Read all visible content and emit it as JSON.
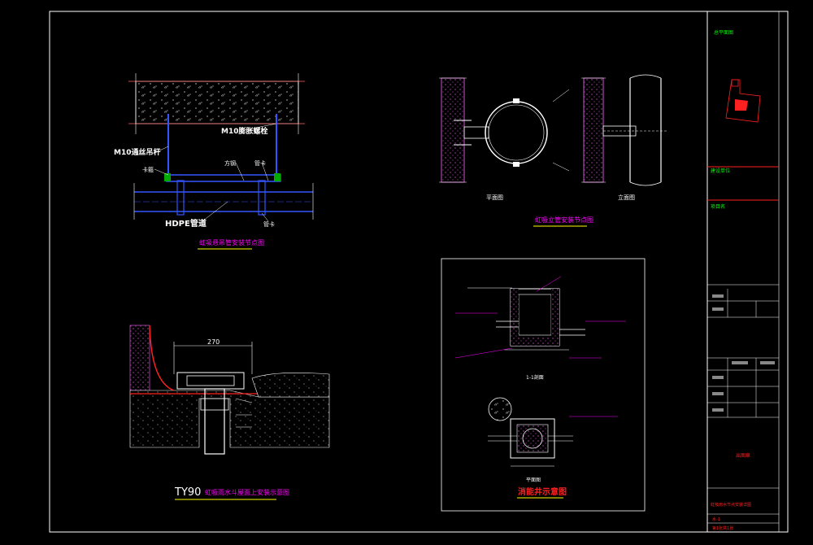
{
  "drawing": {
    "top_left": {
      "label_m10_top": "M10膨胀螺栓",
      "label_m10_left": "M10通丝吊杆",
      "label_clamp": "卡箍",
      "label_steel": "方钢",
      "label_hoop": "管卡",
      "label_hdpe": "HDPE管道",
      "label_hoop2": "管卡",
      "caption": "虹吸悬吊管安装节点图"
    },
    "top_right": {
      "plan_label": "平面图",
      "elev_label": "立面图",
      "caption": "虹吸立管安装节点图"
    },
    "bottom_left": {
      "dim": "270",
      "caption_code": "TY90",
      "caption_text": "虹吸雨水斗屋面上安装示意图"
    },
    "bottom_right": {
      "section_label": "1-1剖面",
      "plan_label": "平面图",
      "caption": "消能井示意图"
    }
  },
  "title_block": {
    "key_plan": "总平面图",
    "row1": "建设单位",
    "row2": "项目名",
    "stamp": "出图章",
    "drawing_name": "虹吸雨水节点安装详图",
    "drawing_no": "水-1",
    "page": "第1张共1张"
  },
  "colors": {
    "frame": "#ffffff",
    "annotation": "#ff00ff",
    "pipe": "#3355ff",
    "hatch": "#ffffff",
    "caption": "#ff00ff",
    "title_red": "#ff2020",
    "title_green": "#00ff00"
  }
}
